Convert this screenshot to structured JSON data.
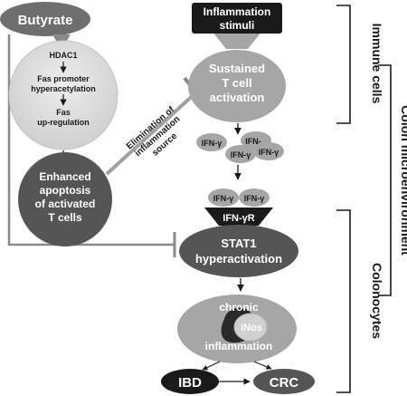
{
  "nodes": {
    "butyrate": "Butyrate",
    "hdac1": "HDAC1",
    "fas_promoter_1": "Fas promoter",
    "fas_promoter_2": "hyperacetylation",
    "fas_up_1": "Fas",
    "fas_up_2": "up-regulation",
    "apoptosis_1": "Enhanced",
    "apoptosis_2": "apoptosis",
    "apoptosis_3": "of activated",
    "apoptosis_4": "T cells",
    "stimuli_1": "Inflammation",
    "stimuli_2": "stimuli",
    "tcell_1": "Sustained",
    "tcell_2": "T cell",
    "tcell_3": "activation",
    "elimination_1": "Elimination of",
    "elimination_2": "inflammation",
    "elimination_3": "source",
    "ifn_gamma": "IFN-γ",
    "ifn_partial": "IFN-",
    "ifn_receptor": "IFN-γR",
    "stat1_1": "STAT1",
    "stat1_2": "hyperactivation",
    "chronic": "chronic",
    "inos": "iNos",
    "inflammation": "inflammation",
    "ibd": "IBD",
    "crc": "CRC"
  },
  "brackets": {
    "immune": "Immune cells",
    "colonocytes": "Colonocytes",
    "microenvironment": "Colon microenvironment"
  },
  "colors": {
    "dark_gray": "#555555",
    "mid_gray": "#a6a6a6",
    "light_gray": "#d2d2d2",
    "black": "#1a1a1a"
  }
}
